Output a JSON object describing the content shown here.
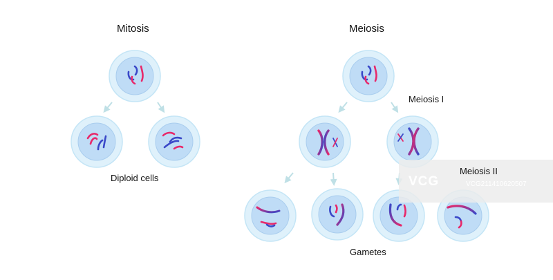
{
  "labels": {
    "mitosis": "Mitosis",
    "meiosis": "Meiosis",
    "meiosis_1": "Meiosis I",
    "meiosis_2": "Meiosis II",
    "diploid_cells": "Diploid cells",
    "gametes": "Gametes"
  },
  "watermark": {
    "logo": "VCG",
    "id": "VCG211410620507"
  },
  "colors": {
    "cell_outer": "#dff1fb",
    "cell_outer_stroke": "#c4e5f6",
    "cell_inner": "#bfdcf6",
    "cell_inner_stroke": "#a9cdee",
    "chromosome_blue": "#3a48c8",
    "chromosome_pink": "#e8286a",
    "arrow": "#bfe0e6"
  },
  "icons": {
    "arrow": "arrow-down-icon",
    "logo": "vcg-logo-icon"
  }
}
